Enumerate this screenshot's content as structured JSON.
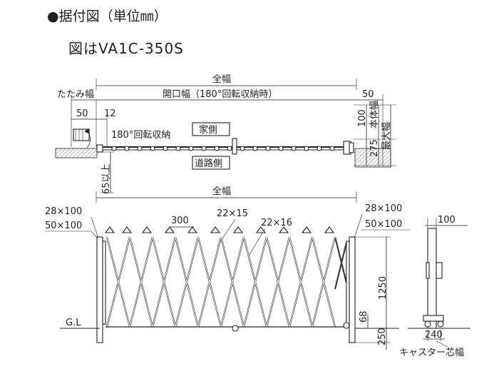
{
  "title": "●据付図（単位㎜）",
  "model": "図はVA1C-350S",
  "plan": {
    "overall_width": "全幅",
    "fold_width": "たたみ幅",
    "opening_width": "開口幅（180°回転収納時）",
    "dim_50_left": "50",
    "dim_12": "12",
    "dim_50_right": "50",
    "rotate_label": "180°回転収納",
    "house_side": "家側",
    "road_side": "道路側",
    "dim_100": "100",
    "body_width": "本体幅",
    "dim_275": "275",
    "max_width": "最大幅",
    "min_65": "65以上"
  },
  "elevation": {
    "overall_width": "全幅",
    "post_left_1": "28×100",
    "post_left_2": "50×100",
    "pitch_300": "300",
    "lattice_1": "22×15",
    "lattice_2": "22×16",
    "post_right_1": "28×100",
    "post_right_2": "50×100",
    "ground_line": "G.L",
    "height_1250": "1250",
    "dim_68": "68",
    "dim_250": "250"
  },
  "side": {
    "dim_100": "100",
    "dim_240": "240",
    "caster_label": "キャスター芯幅"
  }
}
